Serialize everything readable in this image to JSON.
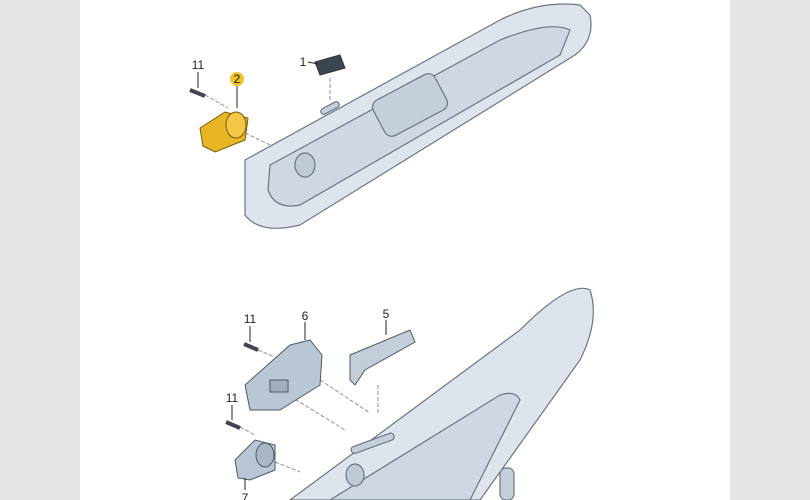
{
  "labels": {
    "top_screw": "11",
    "top_sensor": "2",
    "top_switch": "1",
    "bottom_screw_a": "11",
    "bottom_module": "6",
    "bottom_switch": "5",
    "bottom_screw_b": "11",
    "bottom_sensor": "7"
  },
  "colors": {
    "highlight": "#f2c12e",
    "part": "#c9d3de",
    "panel": "#dde4ec",
    "line": "#6b7683"
  }
}
